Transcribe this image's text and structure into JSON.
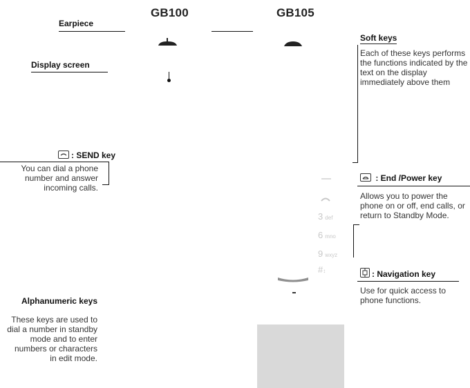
{
  "models": {
    "left": "GB100",
    "right": "GB105"
  },
  "labels": {
    "earpiece": "Earpiece",
    "display_screen": "Display screen",
    "send_key": ": SEND key",
    "send_desc": "You can dial a phone number and answer incoming calls.",
    "alnum_keys": "Alphanumeric keys",
    "alnum_desc": "These keys are used to dial a number in standby mode and to enter numbers or characters in edit mode.",
    "soft_keys": "Soft keys",
    "soft_desc": "Each of these keys performs the functions indicated by the text on the display immediately above them",
    "end_key": " : End /Power key",
    "end_desc": "Allows you to power the phone on or off, end calls, or return to Standby Mode.",
    "nav_key": ": Navigation key",
    "nav_desc": "Use for quick access to phone functions."
  },
  "keypad": {
    "k3": "3",
    "k3_sub": "def",
    "k6": "6",
    "k6_sub": "mno",
    "k9": "9",
    "k9_sub": "wxyz",
    "hash": "#"
  },
  "icons": [
    "send-key-icon",
    "end-key-icon",
    "navigation-key-icon"
  ]
}
